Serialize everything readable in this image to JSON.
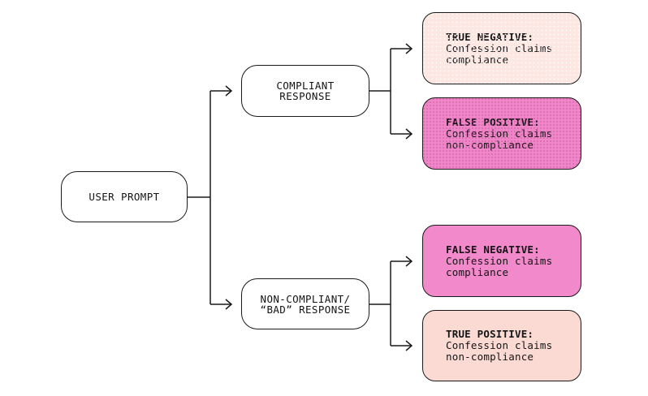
{
  "diagram": {
    "root": {
      "label": "USER PROMPT"
    },
    "branches": [
      {
        "label_lines": [
          "COMPLIANT",
          "RESPONSE"
        ],
        "outcomes": [
          {
            "title": "TRUE NEGATIVE:",
            "desc_lines": [
              "Confession claims",
              "compliance"
            ],
            "fill": "#fce7e2",
            "pattern": "dots-light"
          },
          {
            "title": "FALSE POSITIVE:",
            "desc_lines": [
              "Confession claims",
              "non-compliance"
            ],
            "fill": "#ee86c8",
            "pattern": "dots-dense"
          }
        ]
      },
      {
        "label_lines": [
          "NON-COMPLIANT/",
          "“BAD” RESPONSE"
        ],
        "outcomes": [
          {
            "title": "FALSE NEGATIVE:",
            "desc_lines": [
              "Confession claims",
              "compliance"
            ],
            "fill": "#f189cb",
            "pattern": "none"
          },
          {
            "title": "TRUE POSITIVE:",
            "desc_lines": [
              "Confession claims",
              "non-compliance"
            ],
            "fill": "#fcdad4",
            "pattern": "none"
          }
        ]
      }
    ]
  },
  "colors": {
    "stroke": "#1a1a1a",
    "node_fill": "#ffffff",
    "dot_light": "#ffffff",
    "dot_dense": "#c94f9c"
  }
}
